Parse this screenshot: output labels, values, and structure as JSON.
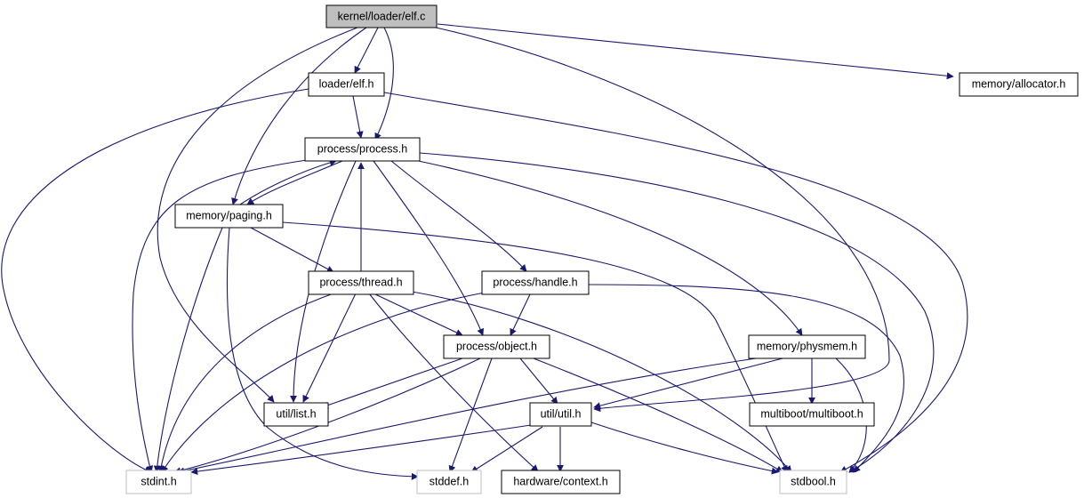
{
  "nodes": [
    {
      "id": "root",
      "label": "kernel/loader/elf.c",
      "style": "root"
    },
    {
      "id": "loader_elf",
      "label": "loader/elf.h",
      "style": "normal"
    },
    {
      "id": "mem_alloc",
      "label": "memory/allocator.h",
      "style": "normal"
    },
    {
      "id": "proc_process",
      "label": "process/process.h",
      "style": "normal"
    },
    {
      "id": "mem_paging",
      "label": "memory/paging.h",
      "style": "normal"
    },
    {
      "id": "proc_thread",
      "label": "process/thread.h",
      "style": "normal"
    },
    {
      "id": "proc_handle",
      "label": "process/handle.h",
      "style": "normal"
    },
    {
      "id": "proc_object",
      "label": "process/object.h",
      "style": "normal"
    },
    {
      "id": "mem_physmem",
      "label": "memory/physmem.h",
      "style": "normal"
    },
    {
      "id": "util_list",
      "label": "util/list.h",
      "style": "normal"
    },
    {
      "id": "util_util",
      "label": "util/util.h",
      "style": "normal"
    },
    {
      "id": "multiboot",
      "label": "multiboot/multiboot.h",
      "style": "normal"
    },
    {
      "id": "stdint",
      "label": "stdint.h",
      "style": "ext"
    },
    {
      "id": "stddef",
      "label": "stddef.h",
      "style": "ext"
    },
    {
      "id": "hw_context",
      "label": "hardware/context.h",
      "style": "normal"
    },
    {
      "id": "stdbool",
      "label": "stdbool.h",
      "style": "ext"
    }
  ],
  "colors": {
    "edge": "#191970",
    "root_fill": "#bfbfbf",
    "ext_border": "#bfbfbf"
  }
}
